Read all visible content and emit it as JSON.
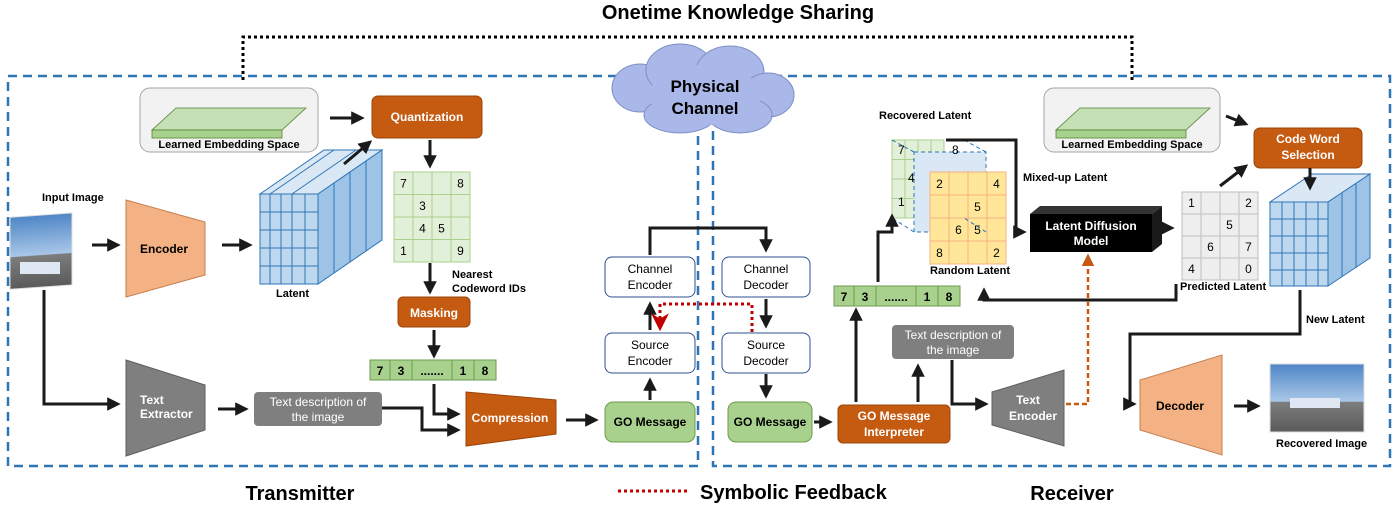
{
  "titles": {
    "top": "Onetime Knowledge Sharing",
    "transmitter": "Transmitter",
    "receiver": "Receiver",
    "feedback": "Symbolic Feedback",
    "channel_line1": "Physical",
    "channel_line2": "Channel"
  },
  "tx": {
    "input_image": "Input Image",
    "encoder": "Encoder",
    "latent": "Latent",
    "embedding": "Learned Embedding Space",
    "quantization": "Quantization",
    "grid": [
      [
        "7",
        "",
        "",
        "8"
      ],
      [
        "",
        "3",
        "",
        ""
      ],
      [
        "",
        "4",
        "5",
        ""
      ],
      [
        "1",
        "",
        "",
        "9"
      ]
    ],
    "nearest_line1": "Nearest",
    "nearest_line2": "Codeword IDs",
    "masking": "Masking",
    "seq": [
      "7",
      "3",
      ".......",
      "1",
      "8"
    ],
    "text_extractor_line1": "Text",
    "text_extractor_line2": "Extractor",
    "text_desc_line1": "Text description of",
    "text_desc_line2": "the image",
    "compression": "Compression",
    "channel_encoder_line1": "Channel",
    "channel_encoder_line2": "Encoder",
    "source_encoder_line1": "Source",
    "source_encoder_line2": "Encoder",
    "go_message": "GO Message"
  },
  "rx": {
    "channel_decoder_line1": "Channel",
    "channel_decoder_line2": "Decoder",
    "source_decoder_line1": "Source",
    "source_decoder_line2": "Decoder",
    "go_message": "GO Message",
    "interpreter_line1": "GO Message",
    "interpreter_line2": "Interpreter",
    "seq": [
      "7",
      "3",
      ".......",
      "1",
      "8"
    ],
    "text_desc_line1": "Text description of",
    "text_desc_line2": "the image",
    "text_encoder_line1": "Text",
    "text_encoder_line2": "Encoder",
    "recovered_latent": "Recovered Latent",
    "mixed_latent": "Mixed-up Latent",
    "random_latent": "Random Latent",
    "recovered_nums": [
      "7",
      "8",
      "4",
      "1"
    ],
    "random_grid": [
      [
        "2",
        "",
        "",
        "4"
      ],
      [
        "",
        "",
        "5",
        ""
      ],
      [
        "",
        "6",
        "5",
        ""
      ],
      [
        "8",
        "",
        "",
        "2"
      ]
    ],
    "ldm_line1": "Latent Diffusion",
    "ldm_line2": "Model",
    "embedding": "Learned Embedding Space",
    "code_word_line1": "Code Word",
    "code_word_line2": "Selection",
    "pred_grid": [
      [
        "1",
        "",
        "",
        "2"
      ],
      [
        "",
        "",
        "5",
        ""
      ],
      [
        "",
        "6",
        "",
        "7"
      ],
      [
        "4",
        "",
        "",
        "0"
      ]
    ],
    "predicted_latent": "Predicted Latent",
    "new_latent": "New Latent",
    "decoder": "Decoder",
    "recovered_image": "Recovered Image"
  },
  "colors": {
    "orange_block": "#c55a11",
    "peach": "#f4b183",
    "gray_block": "#7f7f7f",
    "green_box": "#a9d18e",
    "green_cell": "#e2f0d9",
    "blue_latent": "#bdd7ee",
    "yellow_cell": "#ffe699",
    "dash_blue": "#2e75b6",
    "feedback_red": "#c00000",
    "cloud": "#a9b8e8"
  }
}
